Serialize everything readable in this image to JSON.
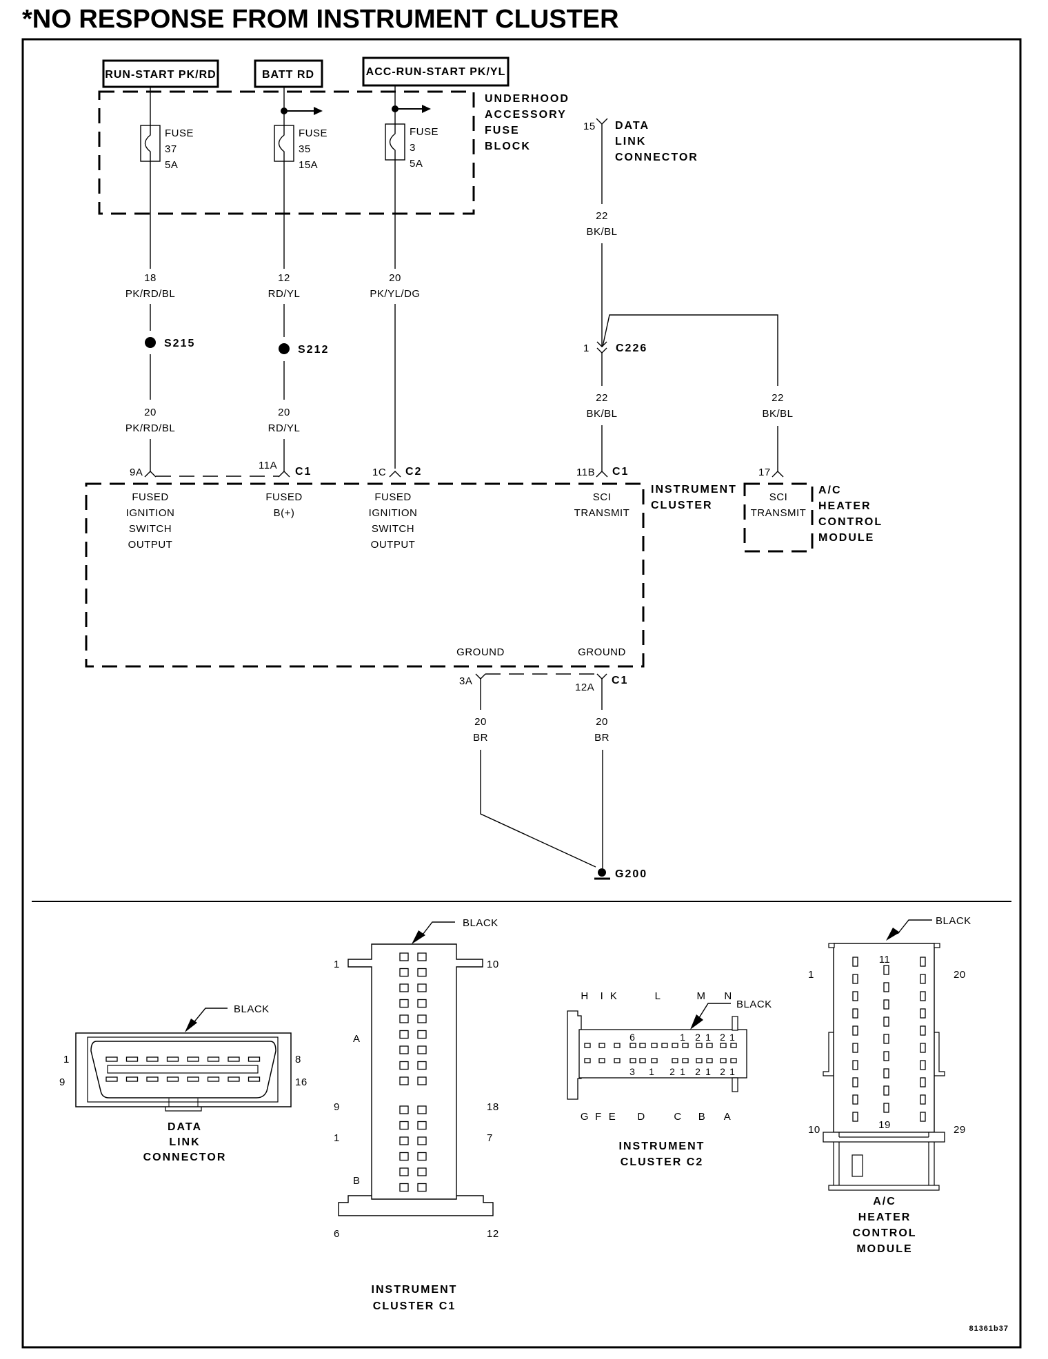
{
  "title": "*NO RESPONSE FROM INSTRUMENT CLUSTER",
  "sources": [
    {
      "label": "RUN-START PK/RD"
    },
    {
      "label": "BATT RD"
    },
    {
      "label": "ACC-RUN-START PK/YL"
    }
  ],
  "fuse_block": {
    "label_lines": [
      "UNDERHOOD",
      "ACCESSORY",
      "FUSE",
      "BLOCK"
    ],
    "fuses": [
      {
        "word": "FUSE",
        "number": "37",
        "rating": "5A"
      },
      {
        "word": "FUSE",
        "number": "35",
        "rating": "15A"
      },
      {
        "word": "FUSE",
        "number": "3",
        "rating": "5A"
      }
    ]
  },
  "wires_upper": [
    {
      "gauge": "18",
      "color": "PK/RD/BL"
    },
    {
      "gauge": "12",
      "color": "RD/YL"
    },
    {
      "gauge": "20",
      "color": "PK/YL/DG"
    }
  ],
  "splices": [
    {
      "id": "S215"
    },
    {
      "id": "S212"
    }
  ],
  "wires_lower": [
    {
      "gauge": "20",
      "color": "PK/RD/BL"
    },
    {
      "gauge": "20",
      "color": "RD/YL"
    }
  ],
  "data_link": {
    "pin": "15",
    "label_lines": [
      "DATA",
      "LINK",
      "CONNECTOR"
    ],
    "wire": {
      "gauge": "22",
      "color": "BK/BL"
    }
  },
  "c226": {
    "pin": "1",
    "id": "C226"
  },
  "sci_wires": [
    {
      "gauge": "22",
      "color": "BK/BL"
    },
    {
      "gauge": "22",
      "color": "BK/BL"
    }
  ],
  "cluster": {
    "label_lines": [
      "INSTRUMENT",
      "CLUSTER"
    ],
    "pins": [
      {
        "pin": "9A",
        "connector": "",
        "func": [
          "FUSED",
          "IGNITION",
          "SWITCH",
          "OUTPUT"
        ]
      },
      {
        "pin": "11A",
        "connector": "C1",
        "func": [
          "FUSED",
          "B(+)"
        ]
      },
      {
        "pin": "1C",
        "connector": "C2",
        "func": [
          "FUSED",
          "IGNITION",
          "SWITCH",
          "OUTPUT"
        ]
      },
      {
        "pin": "11B",
        "connector": "C1",
        "func": [
          "SCI",
          "TRANSMIT"
        ]
      }
    ],
    "grounds": [
      {
        "label": "GROUND",
        "pin": "3A",
        "connector": ""
      },
      {
        "label": "GROUND",
        "pin": "12A",
        "connector": "C1"
      }
    ]
  },
  "hvac_module": {
    "pin": "17",
    "func": [
      "SCI",
      "TRANSMIT"
    ],
    "label_lines": [
      "A/C",
      "HEATER",
      "CONTROL",
      "MODULE"
    ]
  },
  "ground_wires": [
    {
      "gauge": "20",
      "color": "BR"
    },
    {
      "gauge": "20",
      "color": "BR"
    }
  ],
  "ground_point": "G200",
  "connector_views": {
    "dlc": {
      "color": "BLACK",
      "pins_left": [
        "1",
        "9"
      ],
      "pins_right": [
        "8",
        "16"
      ],
      "label_lines": [
        "DATA",
        "LINK",
        "CONNECTOR"
      ]
    },
    "c1": {
      "color": "BLACK",
      "left_labels": [
        "1",
        "A",
        "9",
        "1",
        "B",
        "6"
      ],
      "right_labels": [
        "10",
        "18",
        "7",
        "12"
      ],
      "label_lines": [
        "INSTRUMENT",
        "CLUSTER C1"
      ]
    },
    "c2": {
      "color": "BLACK",
      "top_letters": [
        "H",
        "I",
        "K",
        "L",
        "M",
        "N"
      ],
      "bottom_letters": [
        "G",
        "F",
        "E",
        "D",
        "C",
        "B",
        "A"
      ],
      "top_nums": [
        "6",
        "1",
        "2",
        "1",
        "2",
        "1"
      ],
      "bottom_nums": [
        "3",
        "1",
        "2",
        "1",
        "2",
        "1",
        "2",
        "1"
      ],
      "label_lines": [
        "INSTRUMENT",
        "CLUSTER C2"
      ]
    },
    "hvac": {
      "color": "BLACK",
      "pin_labels": {
        "top_left": "1",
        "top_center": "11",
        "top_right": "20",
        "bottom_left": "10",
        "bottom_center": "19",
        "bottom_right": "29"
      },
      "label_lines": [
        "A/C",
        "HEATER",
        "CONTROL",
        "MODULE"
      ]
    }
  },
  "figure_code": "81361b37"
}
